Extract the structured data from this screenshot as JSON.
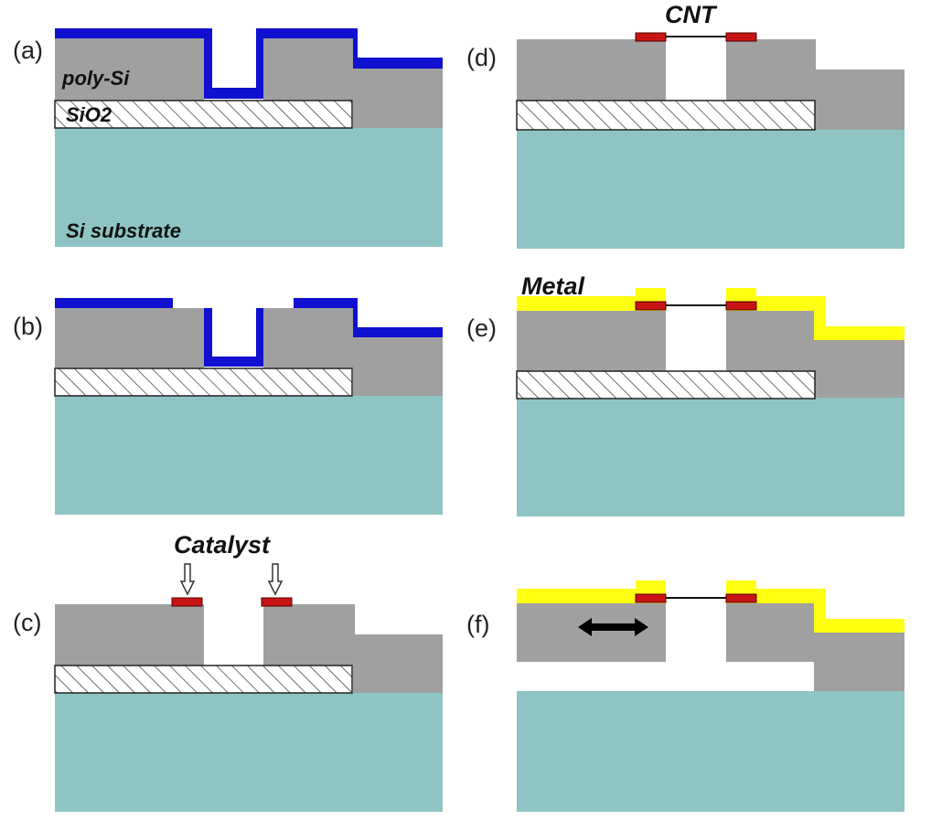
{
  "panels": {
    "a": {
      "label": "(a)"
    },
    "b": {
      "label": "(b)"
    },
    "c": {
      "label": "(c)"
    },
    "d": {
      "label": "(d)"
    },
    "e": {
      "label": "(e)"
    },
    "f": {
      "label": "(f)"
    }
  },
  "labels": {
    "poly_si": "poly-Si",
    "sio2": "SiO2",
    "si_substrate": "Si substrate",
    "catalyst": "Catalyst",
    "cnt": "CNT",
    "metal": "Metal"
  },
  "colors": {
    "substrate": "#8fc4c4",
    "poly_si": "#a0a0a0",
    "resist": "#1010d0",
    "catalyst": "#c81414",
    "metal": "#ffff10",
    "oxide_hatch": "#333333"
  }
}
